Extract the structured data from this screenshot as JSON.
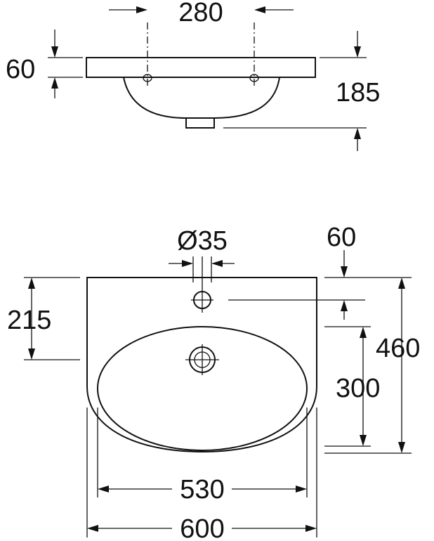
{
  "side_view": {
    "dim_top_width": "280",
    "dim_rim_height": "60",
    "dim_total_depth": "185"
  },
  "top_view": {
    "dim_tap_hole_diameter": "Ø35",
    "dim_tap_hole_offset": "60",
    "dim_tap_to_front": "215",
    "dim_bowl_depth": "300",
    "dim_overall_depth": "460",
    "dim_bowl_width": "530",
    "dim_overall_width": "600"
  }
}
